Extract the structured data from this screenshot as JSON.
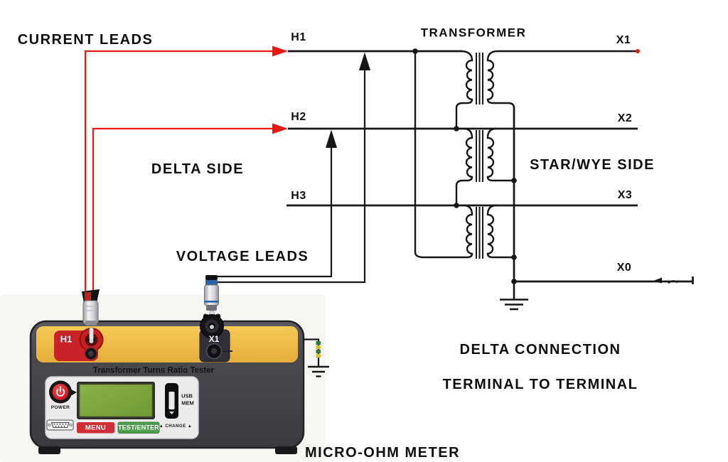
{
  "diagram": {
    "labels": {
      "current_leads": "CURRENT LEADS",
      "transformer": "TRANSFORMER",
      "delta_side": "DELTA SIDE",
      "star_wye_side": "STAR/WYE SIDE",
      "voltage_leads": "VOLTAGE LEADS",
      "delta_connection": "DELTA CONNECTION",
      "terminal_to_terminal": "TERMINAL TO TERMINAL",
      "micro_ohm_meter": "MICRO-OHM METER"
    },
    "terminals": {
      "h1": "H1",
      "h2": "H2",
      "h3": "H3",
      "x1": "X1",
      "x2": "X2",
      "x3": "X3",
      "x0": "X0"
    }
  },
  "device": {
    "title": "Transformer Turns Ratio Tester",
    "current_terminal_label": "H1",
    "voltage_terminal_label": "X1",
    "power_label": "POWER",
    "usb_label_line1": "USB",
    "usb_label_line2": "MEM",
    "change_label": "▲ CHANGE ▲",
    "menu_button": "MENU",
    "test_button": "TEST/ENTER"
  },
  "colors": {
    "lead_red": "#e81812",
    "wire_black": "#161616",
    "device_body": "#47474c",
    "device_band_yellow": "#eebd49",
    "terminal_pad_red": "#c92227",
    "lcd_green": "#7aa639",
    "menu_red": "#ce2e36",
    "test_green": "#4e9e4e",
    "connector_blue": "#2a63a8"
  }
}
